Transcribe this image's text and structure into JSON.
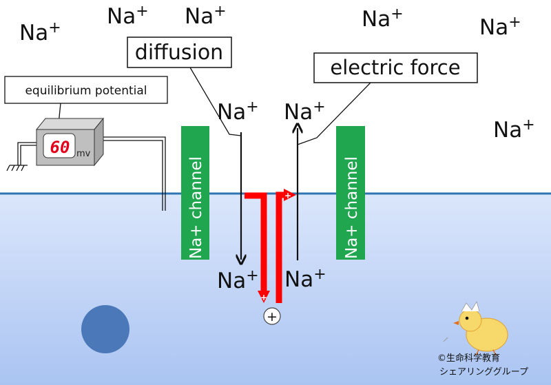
{
  "ions": {
    "top_1": "Na",
    "top_2": "Na",
    "top_3": "Na",
    "top_4": "Na",
    "top_5": "Na",
    "top_6": "Na",
    "channel_left_top": "Na",
    "channel_right_top": "Na",
    "channel_left_bottom": "Na",
    "channel_right_bottom": "Na",
    "charge": "+"
  },
  "labels": {
    "diffusion": "diffusion",
    "electric_force": "electric force",
    "equilibrium_potential": "equilibrium potential"
  },
  "meter": {
    "reading": "60",
    "unit": "mv",
    "display_color": "#e3001b"
  },
  "channels": {
    "left_label": "Na+ channel",
    "right_label": "Na+ channel",
    "color": "#1fa64f"
  },
  "positive_charge_symbol": "+",
  "colors": {
    "membrane_line": "#2e75b6",
    "inside_top": "#dbe6fb",
    "inside_bottom": "#aac4f2",
    "red_arrow": "#ff0000",
    "cell_circle": "#4a78b8"
  },
  "credit": {
    "line1": "©生命科学教育",
    "line2": "シェアリンググループ"
  }
}
